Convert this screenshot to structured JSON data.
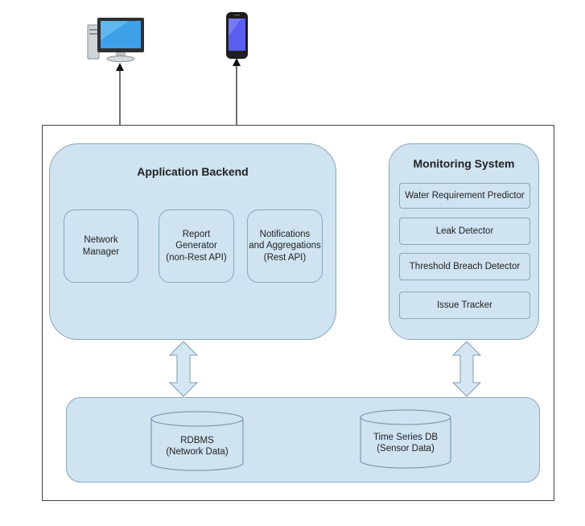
{
  "backend": {
    "title": "Application Backend",
    "components": [
      "Network\nManager",
      "Report\nGenerator\n(non-Rest API)",
      "Notifications\nand Aggregations\n(Rest API)"
    ]
  },
  "monitoring": {
    "title": "Monitoring System",
    "items": [
      "Water Requirement Predictor",
      "Leak Detector",
      "Threshold Breach Detector",
      "Issue Tracker"
    ]
  },
  "databases": [
    "RDBMS\n(Network Data)",
    "Time Series DB\n(Sensor Data)"
  ],
  "icons": {
    "client1": "desktop-computer-icon",
    "client2": "smartphone-icon"
  },
  "colors": {
    "panel": "#cfe3f1",
    "border": "#8aa6bb",
    "screen": "#3da0e8"
  }
}
